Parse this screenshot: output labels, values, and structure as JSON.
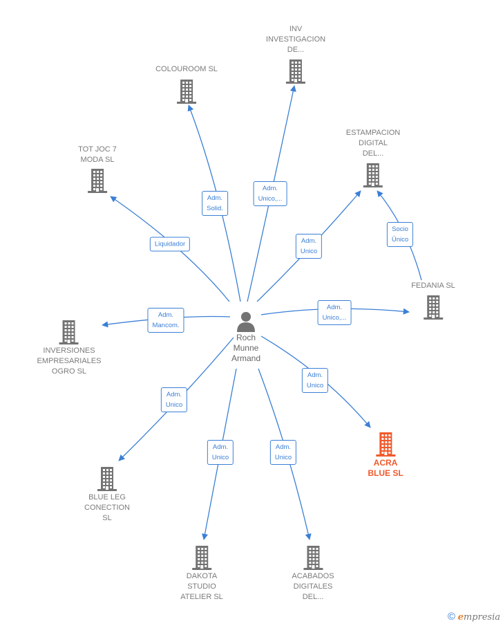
{
  "center": {
    "name": "Roch\nMunne\nArmand",
    "icon": "person-icon"
  },
  "companies": {
    "colouroom": "COLOUROOM SL",
    "inv": "INV\nINVESTIGACION\nDE...",
    "totjoc": "TOT JOC 7\nMODA SL",
    "estampacion": "ESTAMPACION\nDIGITAL\nDEL...",
    "fedania": "FEDANIA  SL",
    "inversiones": "INVERSIONES\nEMPRESARIALES\nOGRO  SL",
    "acra": "ACRA\nBLUE  SL",
    "blueleg": "BLUE LEG\nCONECTION\nSL",
    "dakota": "DAKOTA\nSTUDIO\nATELIER  SL",
    "acabados": "ACABADOS\nDIGITALES\nDEL..."
  },
  "relations": {
    "colouroom": "Adm.\nSolid.",
    "inv": "Adm.\nUnico,...",
    "totjoc": "Liquidador",
    "estampacion": "Adm.\nUnico",
    "socio": "Socio\nÚnico",
    "fedania": "Adm.\nUnico,...",
    "inversiones": "Adm.\nMancom.",
    "acra": "Adm.\nUnico",
    "blueleg": "Adm.\nUnico",
    "dakota": "Adm.\nUnico",
    "acabados": "Adm.\nUnico"
  },
  "colors": {
    "edge": "#3a7fd5",
    "building": "#737373",
    "highlight": "#f0592b"
  },
  "brand": {
    "copyright": "©",
    "e": "e",
    "rest": "mpresia"
  }
}
